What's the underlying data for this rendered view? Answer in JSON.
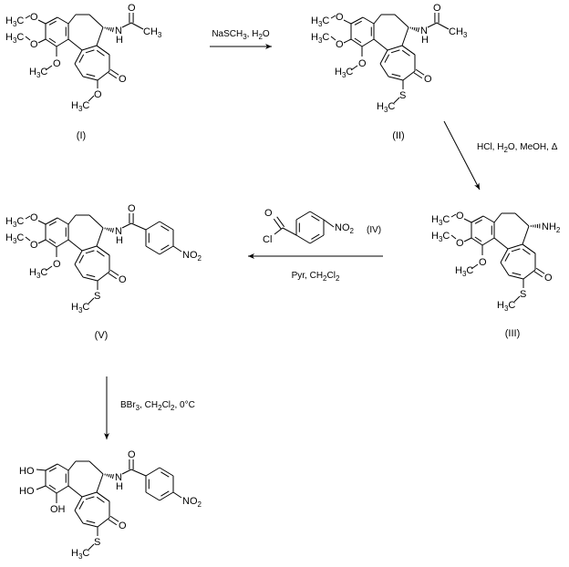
{
  "title": "Synthesis scheme: thiocolchicine 4-nitrobenzamide derivative",
  "compounds": [
    {
      "id": "I",
      "label": "(I)",
      "ring_a": [
        "OMe",
        "OMe",
        "OMe"
      ],
      "ring_c": "OMe",
      "c7": "NHAc"
    },
    {
      "id": "II",
      "label": "(II)",
      "ring_a": [
        "OMe",
        "OMe",
        "OMe"
      ],
      "ring_c": "SMe",
      "c7": "NHAc"
    },
    {
      "id": "III",
      "label": "(III)",
      "ring_a": [
        "OMe",
        "OMe",
        "OMe"
      ],
      "ring_c": "SMe",
      "c7": "NH2"
    },
    {
      "id": "IV",
      "label": "(IV)",
      "name": "4-nitrobenzoyl chloride"
    },
    {
      "id": "V",
      "label": "(V)",
      "ring_a": [
        "OMe",
        "OMe",
        "OMe"
      ],
      "ring_c": "SMe",
      "c7": "NHCO-C6H4-NO2"
    },
    {
      "id": "VI",
      "label": "",
      "ring_a": [
        "OH",
        "OH",
        "OH"
      ],
      "ring_c": "SMe",
      "c7": "NHCO-C6H4-NO2"
    }
  ],
  "reactions": [
    {
      "from": "I",
      "to": "II",
      "direction": "right",
      "conditions_above": "NaSCH3, H2O",
      "conditions_below": ""
    },
    {
      "from": "II",
      "to": "III",
      "direction": "down-right",
      "conditions_above": "HCl, H2O, MeOH, Δ",
      "conditions_below": ""
    },
    {
      "from": "III",
      "to": "V",
      "direction": "left",
      "reagent": "IV",
      "conditions_above": "",
      "conditions_below": "Pyr, CH2Cl2"
    },
    {
      "from": "V",
      "to": "VI",
      "direction": "down",
      "conditions_above": "BBr3, CH2Cl2, 0°C",
      "conditions_below": ""
    }
  ],
  "labels": {
    "methoxy_methyl": "H3C",
    "oxygen": "O",
    "sulfur": "S",
    "nitrogen": "N",
    "hydrogen": "H",
    "methyl": "CH3",
    "amine": "NH2",
    "nitro": "NO2",
    "hydroxyl": "HO",
    "hydroxyl_right": "OH",
    "chlorine": "Cl"
  },
  "conditions": {
    "r1": {
      "main": "NaSCH",
      "sub1": "3",
      "rest": ", H",
      "sub2": "2",
      "tail": "O"
    },
    "r2": {
      "a": "HCl, H",
      "sub1": "2",
      "b": "O, MeOH, Δ"
    },
    "r3_reagent_label": "(IV)",
    "r3": {
      "a": "Pyr, CH",
      "sub1": "2",
      "b": "Cl",
      "sub2": "2"
    },
    "r4": {
      "a": "BBr",
      "sub1": "3",
      "b": ", CH",
      "sub2": "2",
      "c": "Cl",
      "sub3": "2",
      "d": ", 0°C"
    }
  }
}
